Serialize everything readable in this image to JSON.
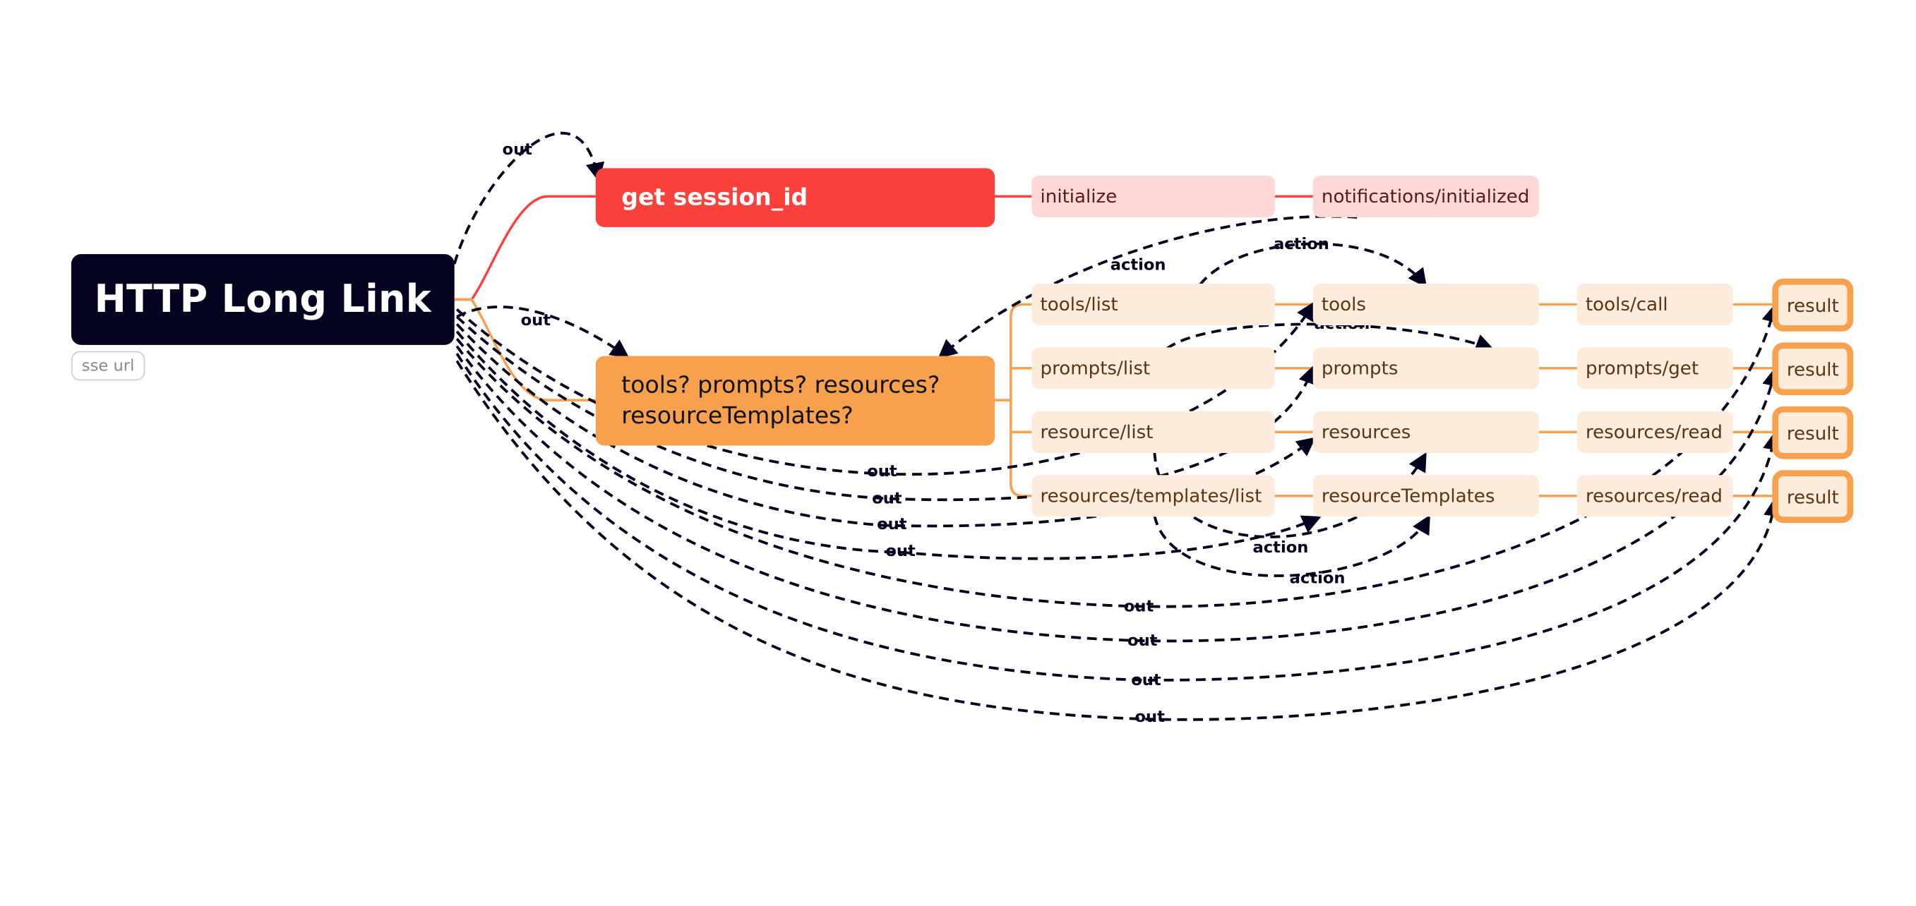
{
  "root": {
    "title": "HTTP Long Link",
    "badge": "sse url"
  },
  "session_branch": {
    "title": "get session_id",
    "steps": [
      "initialize",
      "notifications/initialized"
    ]
  },
  "capabilities_branch": {
    "title": "tools? prompts? resources? resourceTemplates?",
    "rows": [
      {
        "list": "tools/list",
        "entity": "tools",
        "call": "tools/call",
        "result": "result"
      },
      {
        "list": "prompts/list",
        "entity": "prompts",
        "call": "prompts/get",
        "result": "result"
      },
      {
        "list": "resource/list",
        "entity": "resources",
        "call": "resources/read",
        "result": "result"
      },
      {
        "list": "resources/templates/list",
        "entity": "resourceTemplates",
        "call": "resources/read",
        "result": "result"
      }
    ]
  },
  "relations": {
    "out_label": "out",
    "action_label": "action"
  },
  "colors": {
    "root_bg": "#03021f",
    "session_main": "#fa413c",
    "session_sub": "#fed8d7",
    "capability_main": "#f7a04d",
    "capability_sub": "#fdebdb",
    "relation_line": "#03021f"
  }
}
